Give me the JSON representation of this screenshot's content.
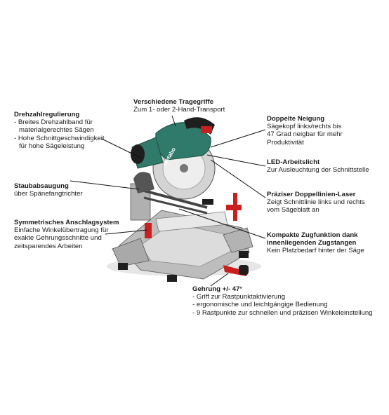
{
  "brand": "metabo",
  "callouts": {
    "tragegriffe": {
      "title": "Verschiedene Tragegriffe",
      "lines": [
        "Zum 1- oder 2-Hand-Transport"
      ]
    },
    "drehzahl": {
      "title": "Drehzahlregulierung",
      "lines": [
        "- Breites Drehzahlband für",
        "materialgerechtes Sägen",
        "- Hohe Schnittgeschwindigkeit",
        "für hohe Sägeleistung"
      ]
    },
    "neigung": {
      "title": "Doppelte Neigung",
      "lines": [
        "Sägekopf links/rechts bis",
        "47 Grad neigbar für mehr",
        "Produktivität"
      ]
    },
    "led": {
      "title": "LED-Arbeitslicht",
      "lines": [
        "Zur Ausleuchtung der Schnittstelle"
      ]
    },
    "staub": {
      "title": "Staubabsaugung",
      "lines": [
        "über Spänefangtrichter"
      ]
    },
    "laser": {
      "title": "Präziser Doppellinien-Laser",
      "lines": [
        "Zeigt Schnittlinie links und rechts",
        "vom Sägeblatt an"
      ]
    },
    "anschlag": {
      "title": "Symmetrisches Anschlagsystem",
      "lines": [
        "Einfache Winkelübertragung für",
        "exakte Gehrungsschnitte und",
        "zeitsparendes Arbeiten"
      ]
    },
    "zugfunktion": {
      "title": "Kompakte Zugfunktion dank",
      "title2": "innenliegenden Zugstangen",
      "lines": [
        "Kein Platzbedarf hinter der Säge"
      ]
    },
    "gehrung": {
      "title": "Gehrung +/- 47°",
      "lines": [
        "- Griff zur Rastpunktaktivierung",
        "- ergonomische und leichtgängige Bedienung",
        "- 9 Rastpunkte zur schnellen und präzisen Winkeleinstellung"
      ]
    }
  },
  "colors": {
    "housing_green": "#2f7a6a",
    "accent_red": "#c8201e",
    "metal_grey": "#c9c9c9",
    "dark": "#1e1e1e",
    "leader_line": "#111111"
  }
}
